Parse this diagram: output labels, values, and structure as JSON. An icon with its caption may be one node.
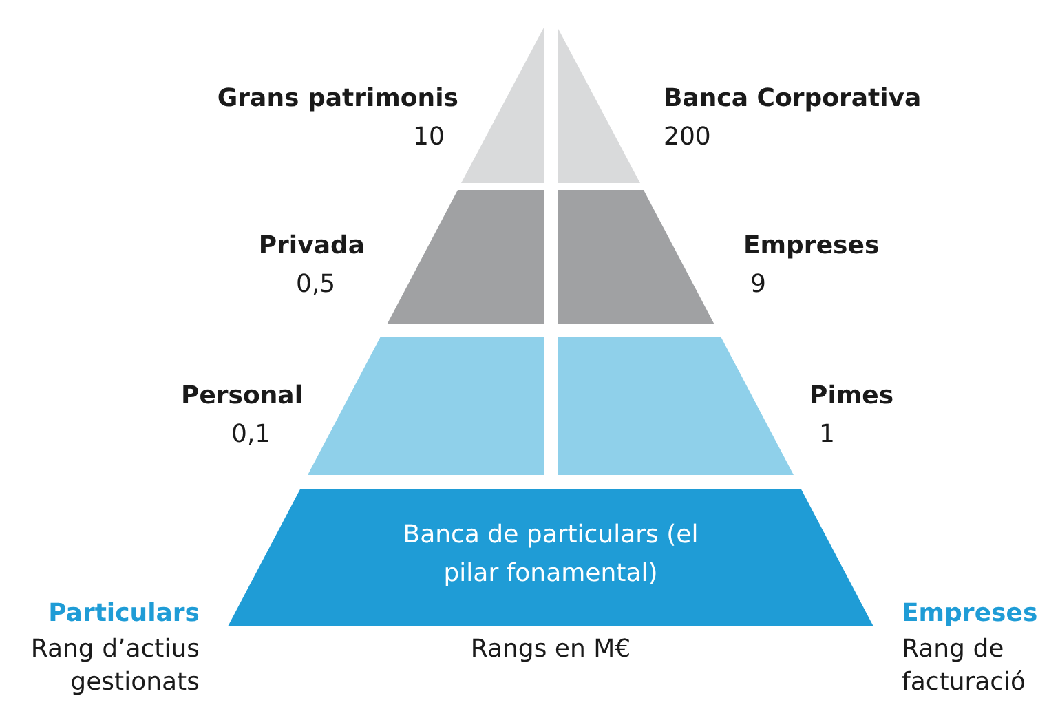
{
  "diagram": {
    "nodes": [
      {
        "text": [
          "Grans patrimonis",
          "10"
        ]
      },
      {
        "text": [
          "Banca Corporativa",
          "200"
        ]
      },
      {
        "text": [
          "Privada",
          "0,5"
        ]
      },
      {
        "text": [
          "Empreses",
          "9"
        ]
      },
      {
        "text": [
          "Personal",
          "0,1"
        ]
      },
      {
        "text": [
          "Pimes",
          "1"
        ]
      },
      {
        "text": [
          "Banca de particulars (el pilar fonamental)"
        ]
      }
    ],
    "labels": [
      "Particulars",
      "Rang d’actius gestionats",
      "Rangs en M€",
      "Empreses",
      "Rang de facturació"
    ]
  }
}
